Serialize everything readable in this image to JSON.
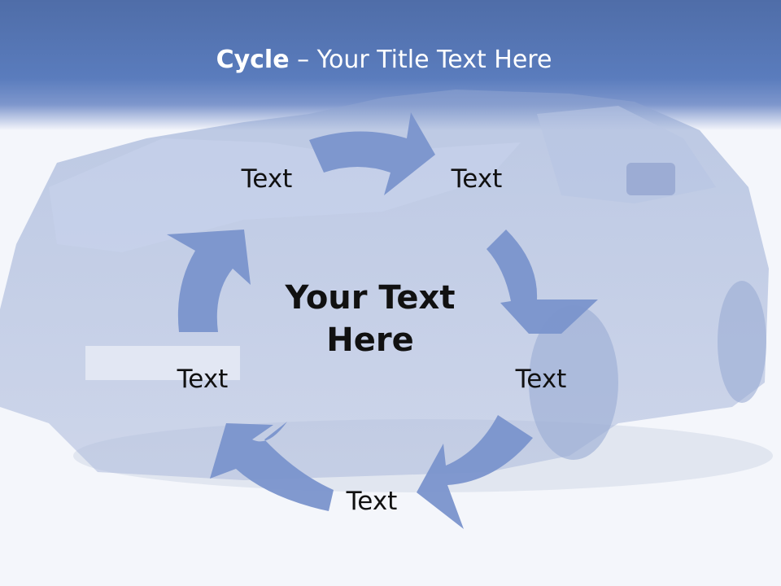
{
  "slide": {
    "title_bold": "Cycle",
    "title_rest": " – Your Title Text Here",
    "center_text_line1": "Your Text",
    "center_text_line2": "Here",
    "nodes": [
      {
        "label": "Text"
      },
      {
        "label": "Text"
      },
      {
        "label": "Text"
      },
      {
        "label": "Text"
      },
      {
        "label": "Text"
      }
    ]
  },
  "colors": {
    "header": "#5a7cbd",
    "arrow": "#7a93cc",
    "title_text": "#ffffff",
    "body_text": "#111111"
  },
  "background_image": "damaged-car-photo"
}
